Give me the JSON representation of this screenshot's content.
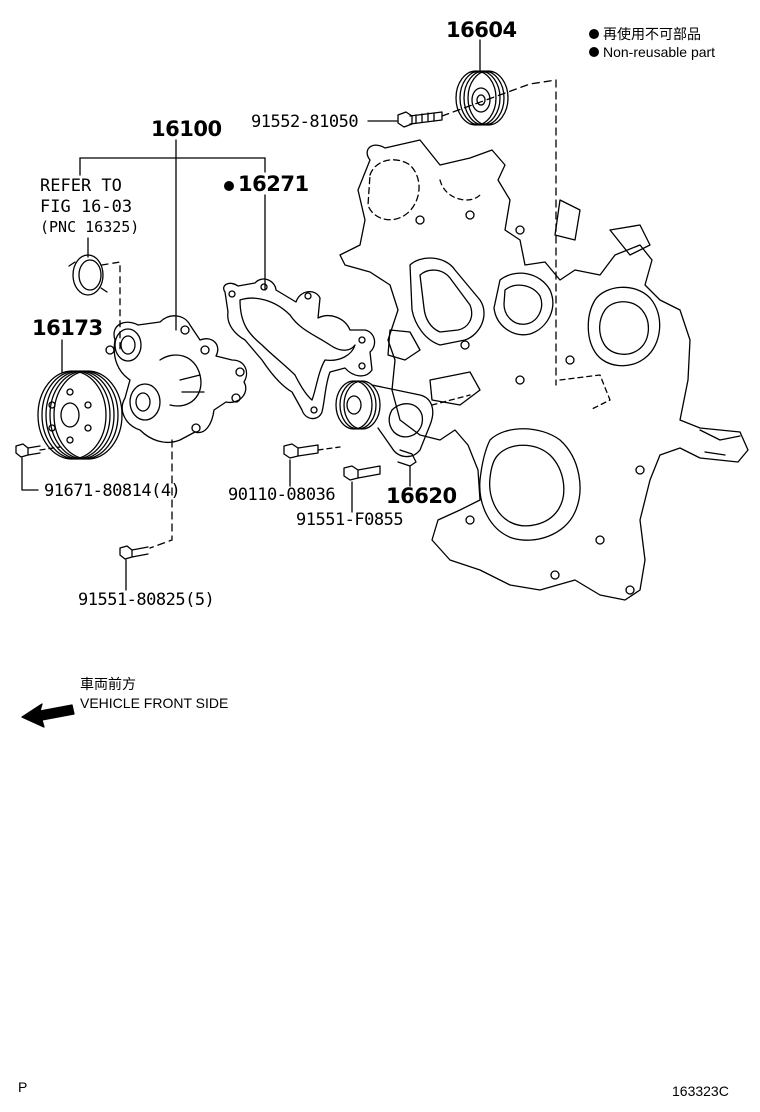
{
  "legend": {
    "non_reusable_jp": "再使用不可部品",
    "non_reusable_en": "Non-reusable part"
  },
  "refer": {
    "line1": "REFER TO",
    "line2": "FIG 16-03",
    "line3": "(PNC 16325)"
  },
  "parts": {
    "p16604": "16604",
    "p91552_81050": "91552-81050",
    "p16100": "16100",
    "p16271": "16271",
    "p16173": "16173",
    "p91671_80814": "91671-80814(4)",
    "p90110_08036": "90110-08036",
    "p16620": "16620",
    "p91551_F0855": "91551-F0855",
    "p91551_80825": "91551-80825(5)"
  },
  "direction": {
    "jp": "車両前方",
    "en": "VEHICLE FRONT SIDE"
  },
  "footer": {
    "left": "P",
    "right": "163323C"
  }
}
